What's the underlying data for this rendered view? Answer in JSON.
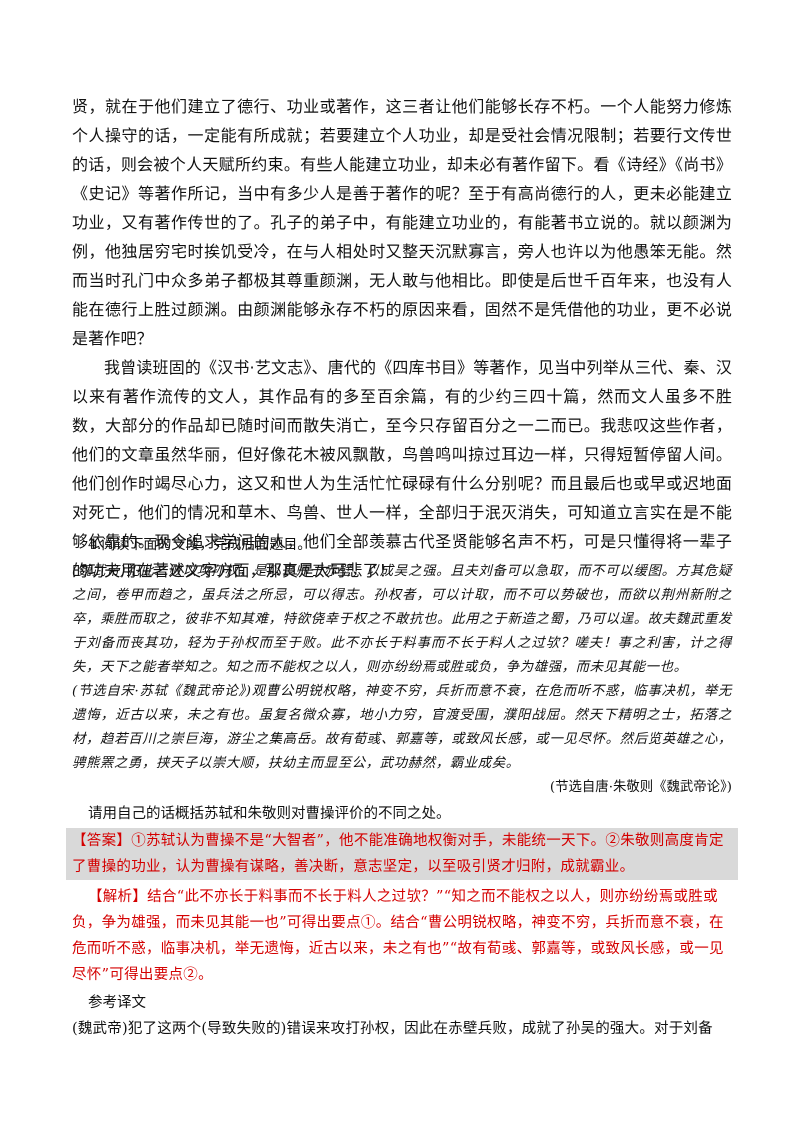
{
  "translation_section": {
    "paragraph_1": "贤，就在于他们建立了德行、功业或著作，这三者让他们能够长存不朽。一个人能努力修炼个人操守的话，一定能有所成就；若要建立个人功业，却是受社会情况限制；若要行文传世的话，则会被个人天赋所约束。有些人能建立功业，却未必有著作留下。看《诗经》《尚书》《史记》等著作所记，当中有多少人是善于著作的呢？至于有高尚德行的人，更未必能建立功业，又有著作传世的了。孔子的弟子中，有能建立功业的，有能著书立说的。就以颜渊为例，他独居穷宅时挨饥受冷，在与人相处时又整天沉默寡言，旁人也许以为他愚笨无能。然而当时孔门中众多弟子都极其尊重颜渊，无人敢与他相比。即使是后世千百年来，也没有人能在德行上胜过颜渊。由颜渊能够永存不朽的原因来看，固然不是凭借他的功业，更不必说是著作吧？",
    "paragraph_2": "我曾读班固的《汉书·艺文志》、唐代的《四库书目》等著作，见当中列举从三代、秦、汉以来有著作流传的文人，其作品有的多至百余篇，有的少约三四十篇，然而文人虽多不胜数，大部分的作品却已随时间而散失消亡，至今只存留百分之一二而已。我悲叹这些作者，他们的文章虽然华丽，但好像花木被风飘散，鸟兽鸣叫掠过耳边一样，只得短暂停留人间。他们创作时竭尽心力，这又和世人为生活忙忙碌碌有什么分别呢？而且最后也或早或迟地面对死亡，他们的情况和草木、鸟兽、世人一样，全部归于泯灭消失，可知道立言实在是不能够依靠的。现今追求学问的人，他们全部羡慕古代圣贤能够名声不朽，可是只懂得将一辈子的功夫用在著述文字方面，那真是太可悲了！"
  },
  "question": {
    "title": "4.阅读下面的文段，完成后面题目。",
    "passage_1": "(魏武帝)犯此二败以攻孙权，是以丧师于赤壁，以成吴之强。且夫刘备可以急取，而不可以缓图。方其危疑之间，卷甲而趋之，虽兵法之所忌，可以得志。孙权者，可以计取，而不可以势破也，而欲以荆州新附之卒，乘胜而取之，彼非不知其难，特欲侥幸于权之不敢抗也。此用之于新造之蜀，乃可以逞。故夫魏武重发于刘备而丧其功，轻为于孙权而至于败。此不亦长于料事而不长于料人之过欤？嗟夫！事之利害，计之得失，天下之能者举知之。知之而不能权之以人，则亦纷纷焉或胜或负，争为雄强，而未见其能一也。",
    "passage_2": "(节选自宋·苏轼《魏武帝论》)观曹公明锐权略，神变不穷，兵折而意不衰，在危而听不惑，临事决机，举无遗悔，近古以来，未之有也。虽复名微众寡，地小力穷，官渡受围，濮阳战屈。然天下精明之士，拓落之材，趋若百川之崇巨海，游尘之集高岳。故有荀彧、郭嘉等，或致风长感，或一见尽怀。然后览英雄之心，骋熊罴之勇，挟天子以崇大顺，扶幼主而显至公，武功赫然，霸业成矣。",
    "source": "(节选自唐·朱敬则《魏武帝论》)",
    "prompt": "请用自己的话概括苏轼和朱敬则对曹操评价的不同之处。"
  },
  "answer": {
    "tag": "【答案】",
    "text": "①苏轼认为曹操不是“大智者”，他不能准确地权衡对手，未能统一天下。②朱敬则高度肯定了曹操的功业，认为曹操有谋略，善决断，意志坚定，以至吸引贤才归附，成就霸业。"
  },
  "analysis": {
    "tag": "【解析】",
    "text": "结合“此不亦长于料事而不长于料人之过欤？”“知之而不能权之以人，则亦纷纷焉或胜或负，争为雄强，而未见其能一也”可得出要点①。结合“曹公明锐权略，神变不穷，兵折而意不衰，在危而听不惑，临事决机，举无遗悔，近古以来，未之有也”“故有荀彧、郭嘉等，或致风长感，或一见尽怀”可得出要点②。"
  },
  "reference": {
    "title": "参考译文",
    "text": "(魏武帝)犯了这两个(导致失败的)错误来攻打孙权，因此在赤壁兵败，成就了孙吴的强大。对于刘备"
  },
  "colors": {
    "answer_red": "#d40000",
    "answer_highlight": "#d9d9d9"
  }
}
